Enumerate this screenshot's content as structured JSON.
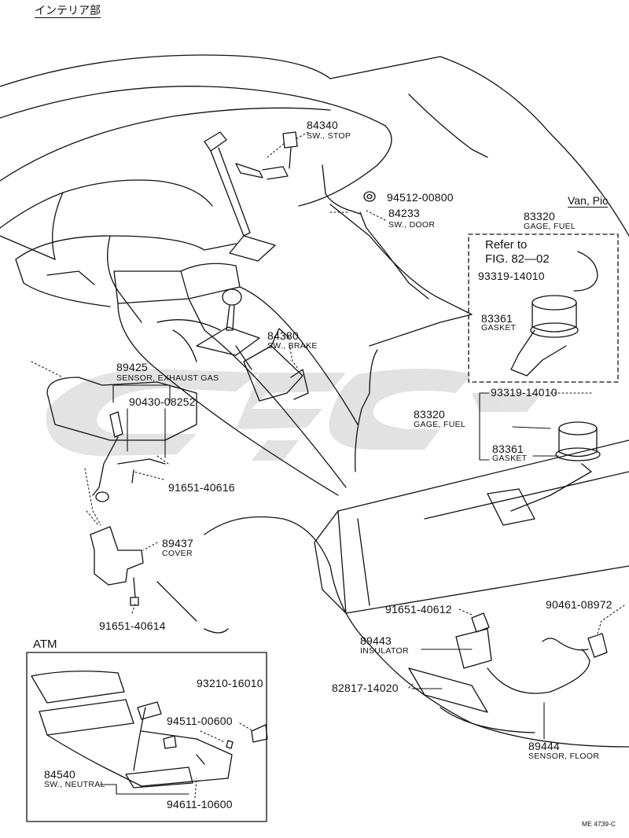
{
  "header": {
    "section_title": "インテリア部"
  },
  "footer": {
    "figure_code": "ME 4739-C"
  },
  "variant": {
    "label": "Van, Pic"
  },
  "reference": {
    "line1": "Refer to",
    "line2": "FIG. 82—02"
  },
  "atm_box": {
    "title": "ATM"
  },
  "parts": [
    {
      "id": "p84340",
      "number": "84340",
      "desc": "SW., STOP"
    },
    {
      "id": "p94512",
      "number": "94512-00800",
      "desc": ""
    },
    {
      "id": "p84233",
      "number": "84233",
      "desc": "SW., DOOR"
    },
    {
      "id": "p83320a",
      "number": "83320",
      "desc": "GAGE, FUEL"
    },
    {
      "id": "p93319a",
      "number": "93319-14010",
      "desc": ""
    },
    {
      "id": "p83361a",
      "number": "83361",
      "desc": "GASKET"
    },
    {
      "id": "p84380",
      "number": "84380",
      "desc": "SW., BRAKE"
    },
    {
      "id": "p89425",
      "number": "89425",
      "desc": "SENSOR, EXHAUST GAS"
    },
    {
      "id": "p90430",
      "number": "90430-08252",
      "desc": ""
    },
    {
      "id": "p93319b",
      "number": "93319-14010",
      "desc": ""
    },
    {
      "id": "p83320b",
      "number": "83320",
      "desc": "GAGE, FUEL"
    },
    {
      "id": "p83361b",
      "number": "83361",
      "desc": "GASKET"
    },
    {
      "id": "p91651a",
      "number": "91651-40616",
      "desc": ""
    },
    {
      "id": "p89437",
      "number": "89437",
      "desc": "COVER"
    },
    {
      "id": "p91651b",
      "number": "91651-40614",
      "desc": ""
    },
    {
      "id": "p91651c",
      "number": "91651-40612",
      "desc": ""
    },
    {
      "id": "p90461",
      "number": "90461-08972",
      "desc": ""
    },
    {
      "id": "p89443",
      "number": "89443",
      "desc": "INSULATOR"
    },
    {
      "id": "p82817",
      "number": "82817-14020",
      "desc": ""
    },
    {
      "id": "p89444",
      "number": "89444",
      "desc": "SENSOR, FLOOR"
    },
    {
      "id": "p93210",
      "number": "93210-16010",
      "desc": ""
    },
    {
      "id": "p94511",
      "number": "94511-00600",
      "desc": ""
    },
    {
      "id": "p84540",
      "number": "84540",
      "desc": "SW., NEUTRAL"
    },
    {
      "id": "p94611",
      "number": "94611-10600",
      "desc": ""
    }
  ]
}
